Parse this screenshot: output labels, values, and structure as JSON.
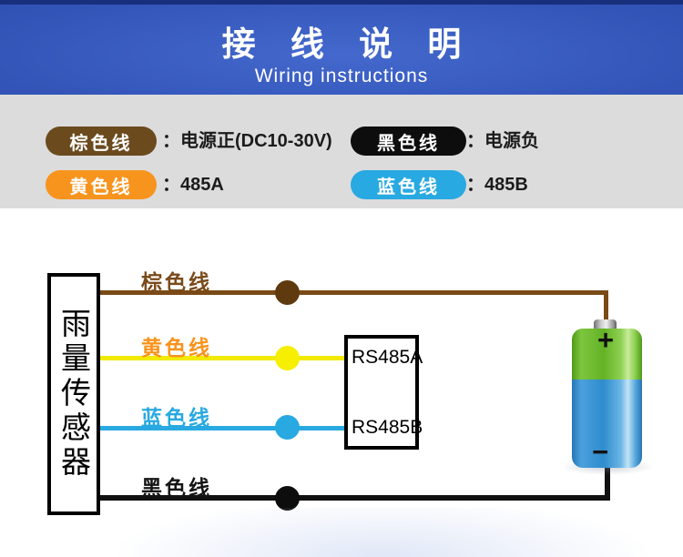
{
  "banner": {
    "title": "接 线 说 明",
    "subtitle": "Wiring instructions",
    "bg_color": "#3355b8",
    "top_strip_color": "#18307c",
    "pointer_color": "#5b87e8"
  },
  "legend": {
    "bg_color": "#dcdcdd",
    "items": [
      {
        "label": "棕色线",
        "desc": "：电源正(DC10-30V)",
        "pill_color": "#6b4a1e"
      },
      {
        "label": "黑色线",
        "desc": "：电源负",
        "pill_color": "#0d0d0d"
      },
      {
        "label": "黄色线",
        "desc": "：485A",
        "pill_color": "#f7941e"
      },
      {
        "label": "蓝色线",
        "desc": "：485B",
        "pill_color": "#29a9e1"
      }
    ]
  },
  "diagram": {
    "sensor_label": "雨量传感器",
    "wires": [
      {
        "label": "棕色线",
        "line_color": "#7a4a16",
        "dot_color": "#5e3a0e",
        "connects_to": "battery +"
      },
      {
        "label": "黄色线",
        "line_color": "#f2ea00",
        "dot_color": "#f7ef00",
        "connects_to": "RS485A"
      },
      {
        "label": "蓝色线",
        "line_color": "#29a9e1",
        "dot_color": "#29a9e1",
        "connects_to": "RS485B"
      },
      {
        "label": "黑色线",
        "line_color": "#111111",
        "dot_color": "#0d0d0d",
        "connects_to": "battery -"
      }
    ],
    "rs485_box": {
      "line1": "RS485A",
      "line2": "RS485B"
    },
    "battery": {
      "plus_label": "+",
      "minus_label": "−",
      "top_color": "#64b226",
      "bottom_color": "#2f8ccd",
      "cap_color": "#c9c9c9"
    }
  }
}
